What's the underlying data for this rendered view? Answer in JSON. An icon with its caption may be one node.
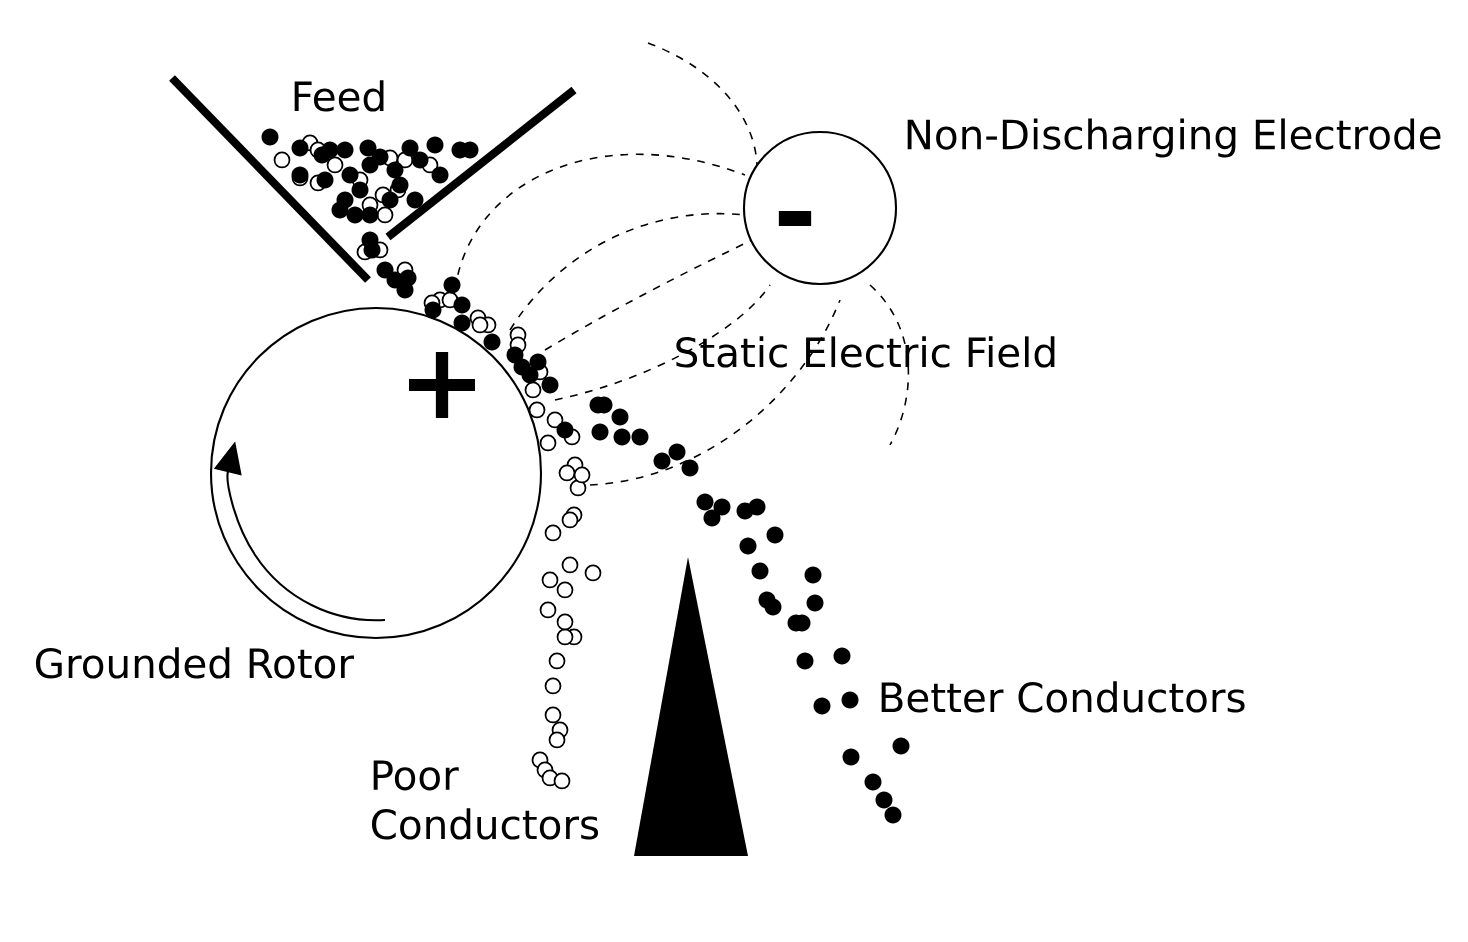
{
  "diagram": {
    "nodes": [
      {
        "text": [
          "+"
        ],
        "beside": [
          "Grounded Rotor"
        ]
      },
      {
        "text": [
          "-"
        ],
        "beside": [
          "Non-Discharging Electrode"
        ]
      }
    ],
    "labels": [
      "Feed",
      "Static Electric Field",
      "Better Conductors",
      "Poor Conductors"
    ]
  }
}
